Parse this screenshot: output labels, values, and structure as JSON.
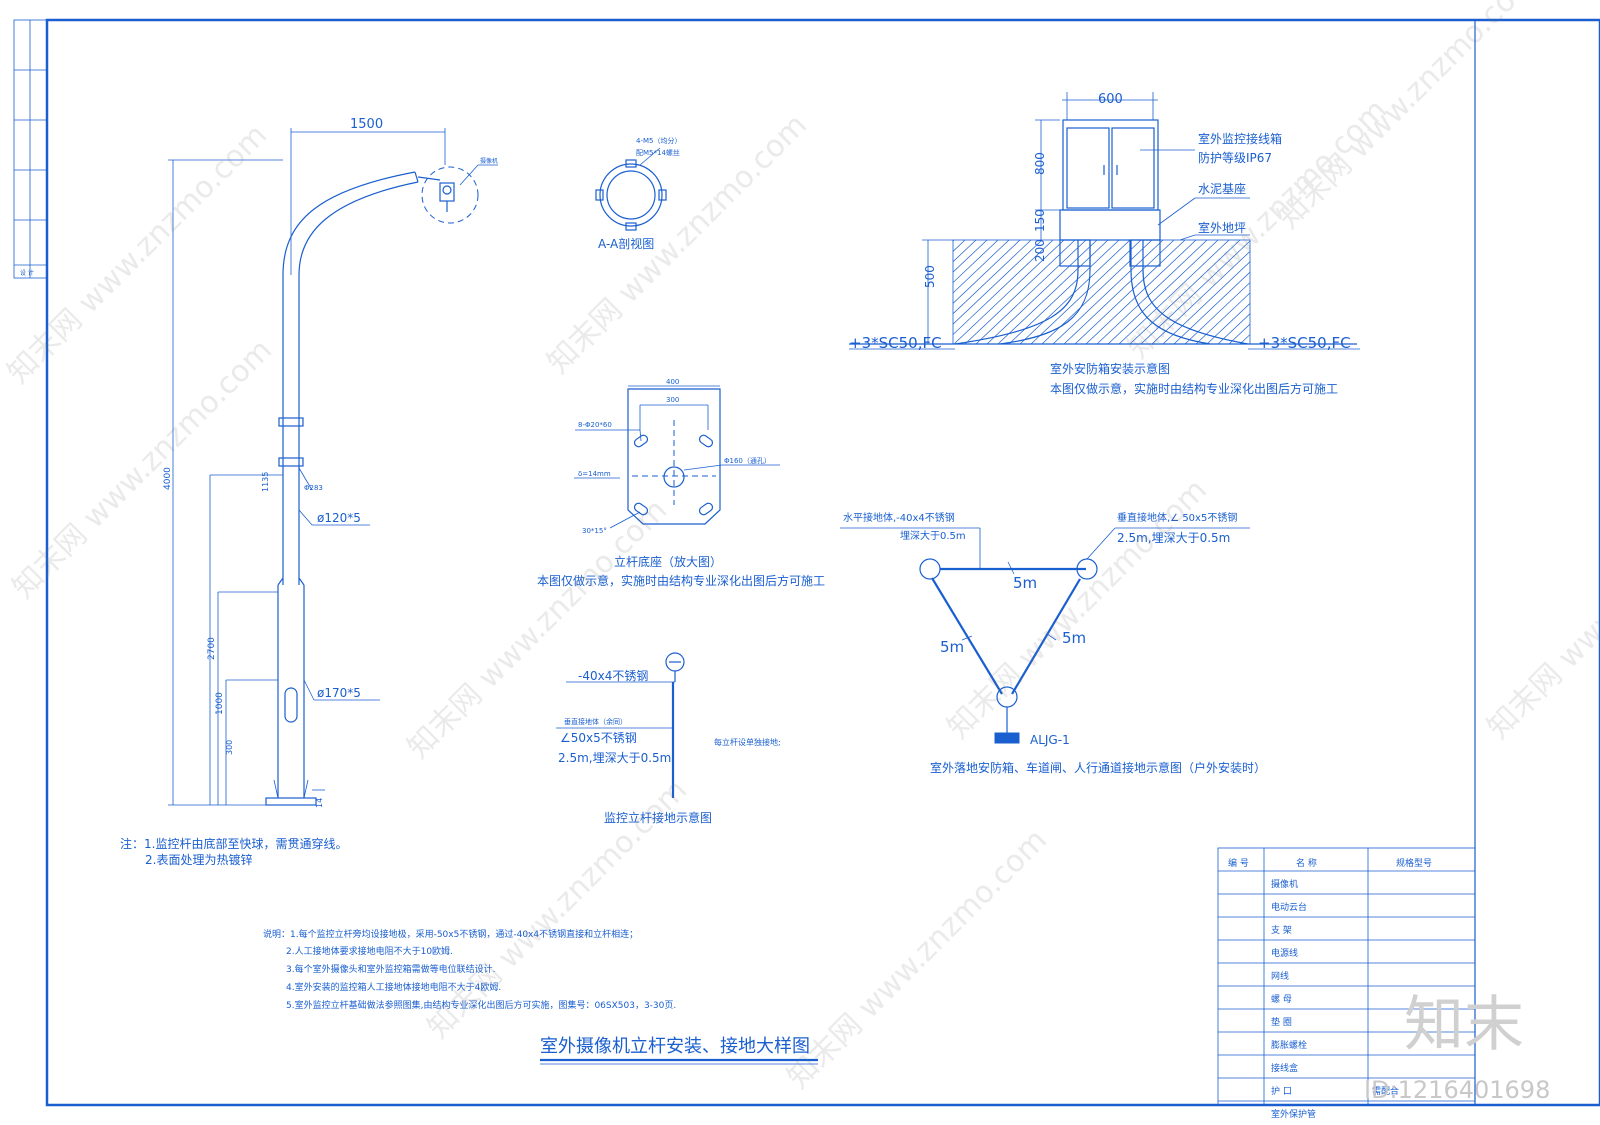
{
  "pole": {
    "dim_arm": "1500",
    "dim_height": "4000",
    "dim_upper": "1135",
    "dim_mid": "2700",
    "dim_base1": "1000",
    "dim_base2": "300",
    "dim_foot": "14",
    "cam_label": "摄像机",
    "ring_label": "Φ283",
    "pipe_upper": "ø120*5",
    "pipe_lower": "ø170*5"
  },
  "section_aa": {
    "title": "A-A剖视图",
    "note1": "4-M5（均分）",
    "note2": "配M5*14螺丝"
  },
  "base_plate": {
    "dim_outer": "400",
    "dim_inner": "300",
    "bolts": "8-Φ20*60",
    "thickness": "δ=14mm",
    "hole": "Φ160（通孔）",
    "angle": "30*15°",
    "title": "立杆底座（放大图）",
    "note": "本图仅做示意，实施时由结构专业深化出图后方可施工"
  },
  "box": {
    "dim_width": "600",
    "dim_height": "800",
    "dim_base": "150",
    "dim_depth": "200",
    "dim_soil": "500",
    "label_box": "室外监控接线箱",
    "label_ip": "防护等级IP67",
    "label_base": "水泥基座",
    "label_ground": "室外地坪",
    "pipe_left": "+3*SC50,FC",
    "pipe_right": "+3*SC50,FC",
    "title": "室外安防箱安装示意图",
    "note": "本图仅做示意，实施时由结构专业深化出图后方可施工"
  },
  "pole_ground": {
    "flat_steel": "-40x4不锈钢",
    "vertical1": "垂直接地体（余同）",
    "vertical2": "∠50x5不锈钢",
    "vertical3": "2.5m,埋深大于0.5m",
    "side_note": "每立杆设单独接地;",
    "title": "监控立杆接地示意图"
  },
  "triangle": {
    "label_h1": "水平接地体,-40x4不锈钢",
    "label_h2": "埋深大于0.5m",
    "label_v1": "垂直接地体,∠ 50x5不锈钢",
    "label_v2": "2.5m,埋深大于0.5m",
    "side_top": "5m",
    "side_left": "5m",
    "side_right": "5m",
    "node": "ALJG-1",
    "title": "室外落地安防箱、车道闸、人行通道接地示意图（户外安装时）"
  },
  "notes_left": {
    "line1": "注：1.监控杆由底部至快球，需贯通穿线。",
    "line2": "2.表面处理为热镀锌"
  },
  "notes_main": {
    "line1": "说明：1.每个监控立杆旁均设接地极，采用-50x5不锈钢，通过-40x4不锈钢直接和立杆相连；",
    "line2": "2.人工接地体要求接地电阻不大于10欧姆.",
    "line3": "3.每个室外摄像头和室外监控箱需做等电位联结设计.",
    "line4": "4.室外安装的监控箱人工接地体接地电阻不大于4欧姆.",
    "line5": "5.室外监控立杆基础做法参照图集,由结构专业深化出图后方可实施，图集号：06SX503，3-30页."
  },
  "drawing_title": "室外摄像机立杆安装、接地大样图",
  "table": {
    "headers": [
      "编 号",
      "名 称",
      "规格型号"
    ],
    "rows": [
      "摄像机",
      "电动云台",
      "支 架",
      "电源线",
      "网线",
      "螺 母",
      "垫 圈",
      "膨胀螺栓",
      "接线盒",
      "护 口",
      "室外保护管"
    ],
    "row_note": "需配合"
  },
  "watermark": {
    "text": "www.znzmo.com",
    "brand": "知末网",
    "logo": "知末",
    "id": "ID:1216401698"
  },
  "frame_strip_label": "设 计"
}
